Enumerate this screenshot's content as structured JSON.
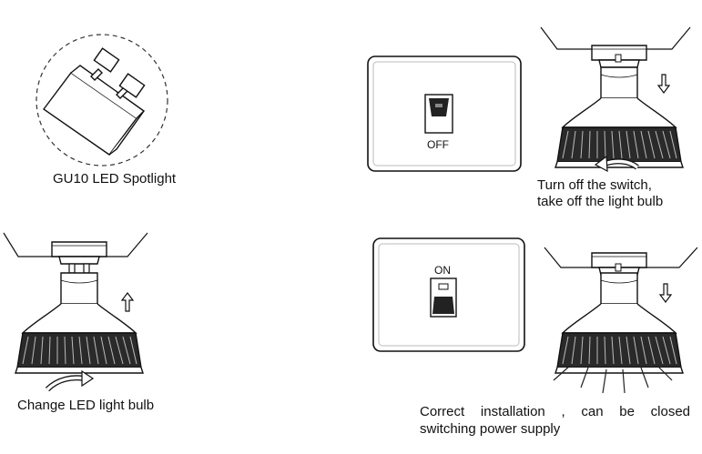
{
  "panels": {
    "spotlight": {
      "caption": "GU10 LED Spotlight"
    },
    "change": {
      "caption": "Change LED light bulb"
    },
    "off": {
      "switch_label": "OFF",
      "caption_line1": "Turn off the switch,",
      "caption_line2": "take off the light bulb"
    },
    "on": {
      "switch_label": "ON",
      "caption_line1_words": [
        "Correct",
        "installation",
        ",",
        "can",
        "be",
        "closed"
      ],
      "caption_line2": "switching power supply"
    }
  },
  "icons": [
    "gu10-pins-icon",
    "ceiling-line-icon",
    "lamp-holder-icon",
    "led-bulb-icon",
    "arrow-up-icon",
    "arrow-down-icon",
    "rotate-arrow-icon",
    "wall-switch-icon",
    "light-rays-icon"
  ]
}
